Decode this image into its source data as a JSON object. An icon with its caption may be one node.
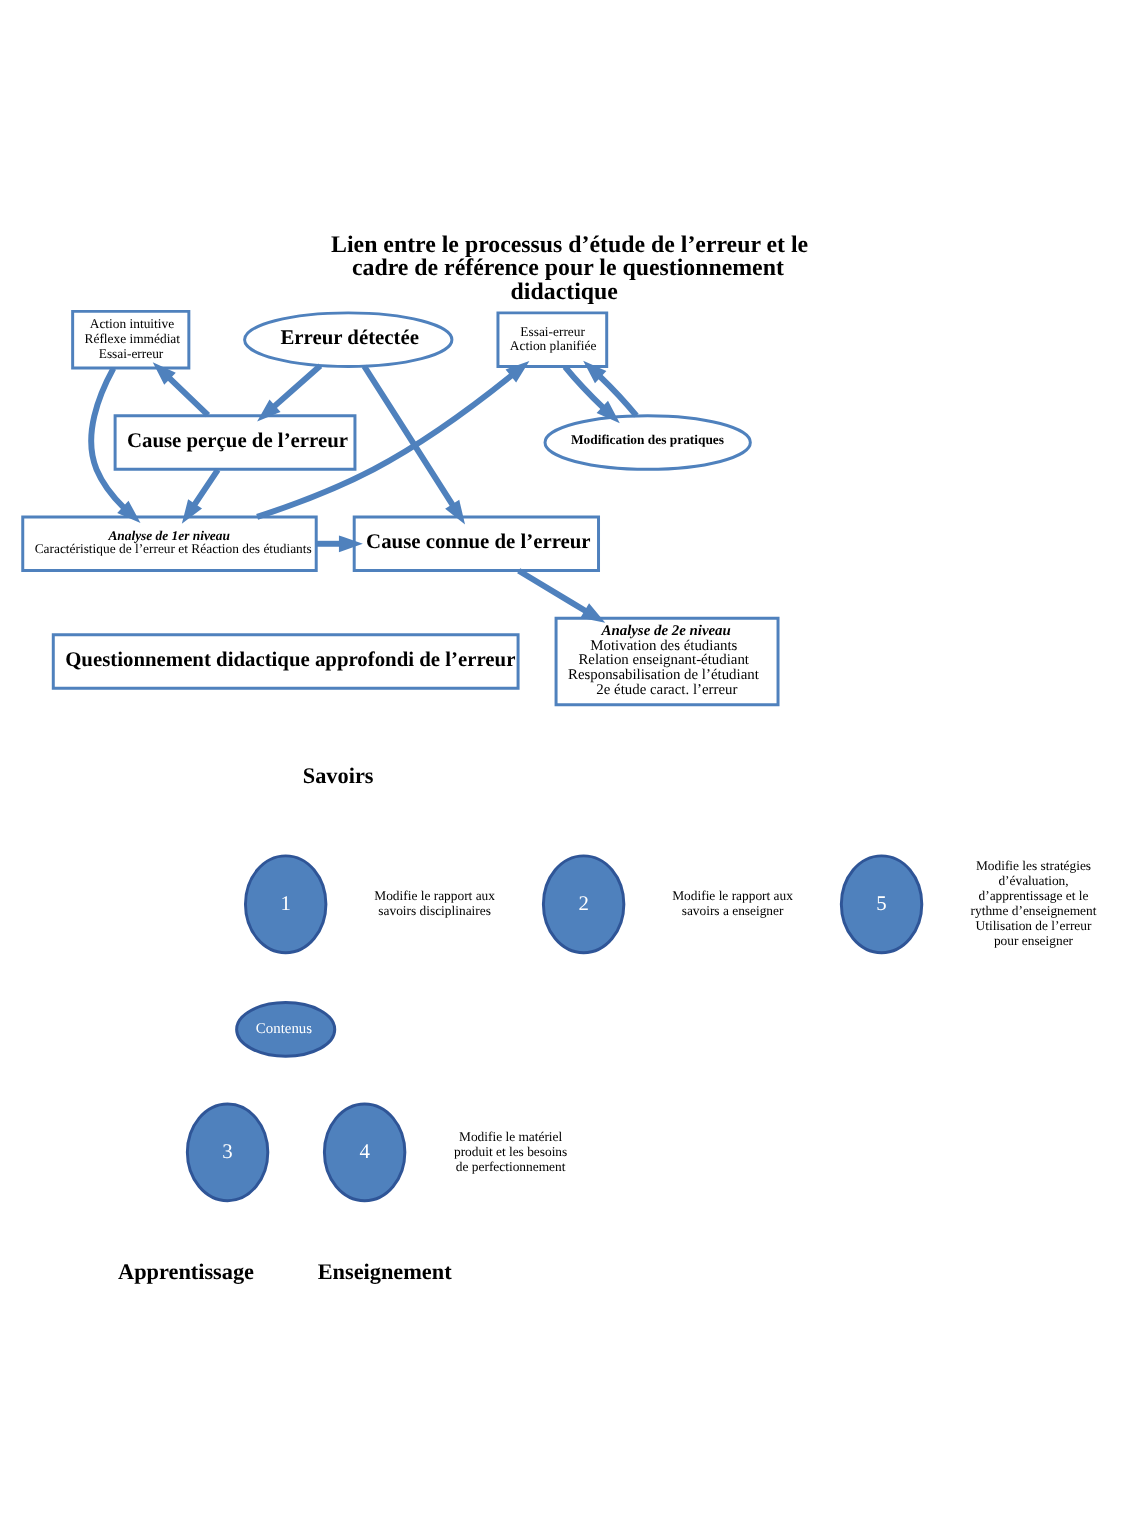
{
  "diagram": {
    "title": "Lien entre le processus d’étude de l’erreur et le cadre de référence pour le questionnement didactique",
    "nodes": [
      {
        "text": [
          "Action intuitive",
          "Réflexe immédiat",
          "Essai-erreur"
        ]
      },
      {
        "text": [
          "Erreur détectée"
        ]
      },
      {
        "text": [
          "Essai-erreur",
          "Action planifiée"
        ]
      },
      {
        "text": [
          "Cause perçue de l’erreur"
        ]
      },
      {
        "text": [
          "Modification des pratiques"
        ]
      },
      {
        "text": [
          "Analyse de 1er niveau",
          "Caractéristique de l’erreur et Réaction des étudiants"
        ]
      },
      {
        "text": [
          "Cause connue de l’erreur"
        ]
      },
      {
        "text": [
          "Questionnement didactique approfondi de l’erreur"
        ]
      },
      {
        "text": [
          "1"
        ],
        "beside": [
          "Modifie le rapport aux savoirs disciplinaires"
        ]
      },
      {
        "text": [
          "2"
        ],
        "beside": [
          "Modifie le rapport aux savoirs a enseigner"
        ]
      },
      {
        "text": [
          "3"
        ]
      },
      {
        "text": [
          "4"
        ],
        "beside": [
          "Modifie le matériel produit et les besoins de perfectionnement"
        ]
      },
      {
        "text": [
          "5"
        ],
        "beside": [
          "Modifie les stratégies d’évaluation, d’apprentissage et le rythme d’enseignement Utilisation de l’erreur pour enseigner"
        ]
      },
      {
        "text": [
          "Contenus"
        ]
      },
      {
        "text": [
          "Analyse de 2e niveau",
          "Motivation des étudiants",
          "Relation enseignant-étudiant",
          "Responsabilisation de l’étudiant",
          "2e étude caract. l’erreur"
        ]
      }
    ],
    "edges": [
      {
        "from": 3,
        "to": 0,
        "arrow": "to"
      },
      {
        "from": 1,
        "to": 3,
        "arrow": "to"
      },
      {
        "from": 0,
        "to": 5,
        "arrow": "to"
      },
      {
        "from": 3,
        "to": 5,
        "arrow": "to"
      },
      {
        "from": 1,
        "to": 6,
        "arrow": "to"
      },
      {
        "from": 5,
        "to": 2,
        "arrow": "to"
      },
      {
        "from": 4,
        "to": 2,
        "arrow": "to"
      },
      {
        "from": 2,
        "to": 4,
        "arrow": "to"
      },
      {
        "from": 5,
        "to": 6,
        "arrow": "to"
      },
      {
        "from": 6,
        "to": 14,
        "arrow": "to"
      }
    ],
    "labels": [
      "Savoirs",
      "Enseignement",
      "Apprentissage"
    ]
  }
}
